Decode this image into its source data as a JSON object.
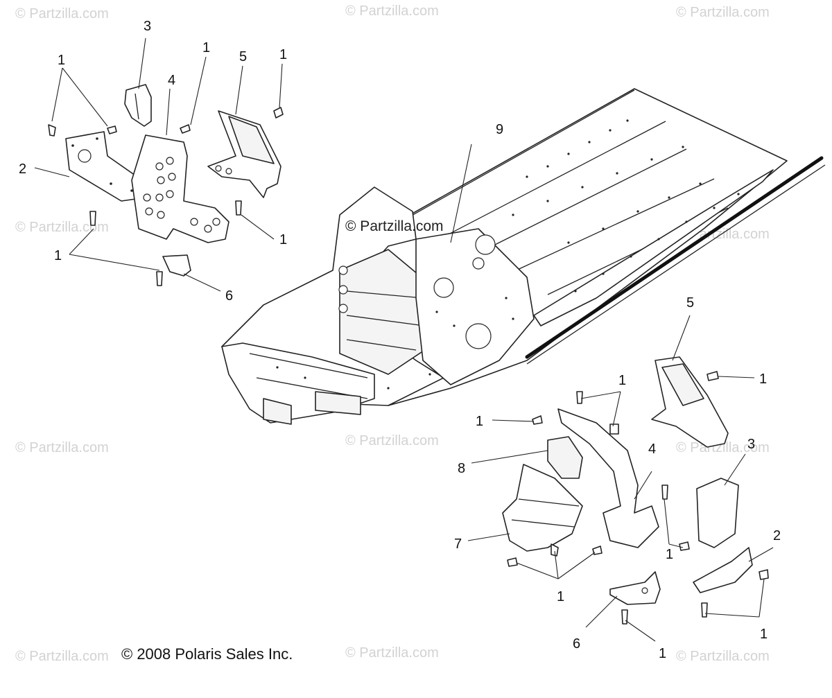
{
  "watermarks": {
    "tl": "© Partzilla.com",
    "tc": "© Partzilla.com",
    "tr": "© Partzilla.com",
    "ml": "© Partzilla.com",
    "mr": "© Partzilla.com",
    "bl_mid": "© Partzilla.com",
    "bc_mid": "© Partzilla.com",
    "br_mid": "© Partzilla.com",
    "bl": "© Partzilla.com",
    "bc": "© Partzilla.com",
    "br": "© Partzilla.com",
    "center": "© Partzilla.com"
  },
  "copyright": "© 2008 Polaris Sales Inc.",
  "callouts": {
    "c1": "1",
    "c2": "2",
    "c3": "3",
    "c4": "4",
    "c5": "5",
    "c6": "6",
    "c7": "7",
    "c8": "8",
    "c9": "9"
  }
}
